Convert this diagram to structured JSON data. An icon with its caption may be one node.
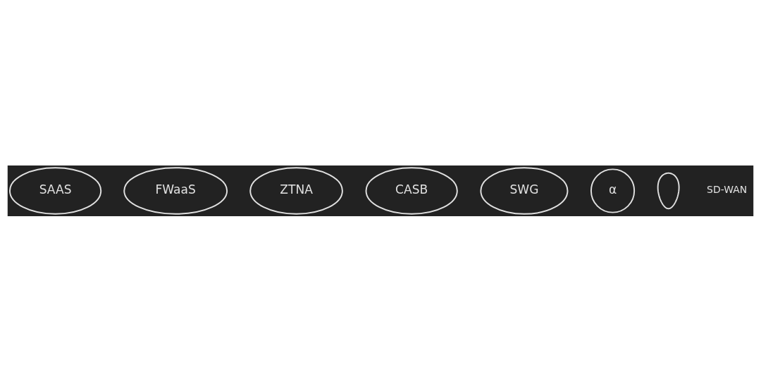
{
  "diagram": {
    "nodes": [
      {
        "text": [
          "SAAS"
        ]
      },
      {
        "text": [
          "FWaaS"
        ]
      },
      {
        "text": [
          "ZTNA"
        ]
      },
      {
        "text": [
          "CASB"
        ]
      },
      {
        "text": [
          "SWG"
        ]
      },
      {
        "text": [
          "α"
        ]
      },
      {
        "text": [],
        "shape": "person"
      }
    ],
    "edges": [],
    "labels": [
      "SD-WAN"
    ]
  }
}
